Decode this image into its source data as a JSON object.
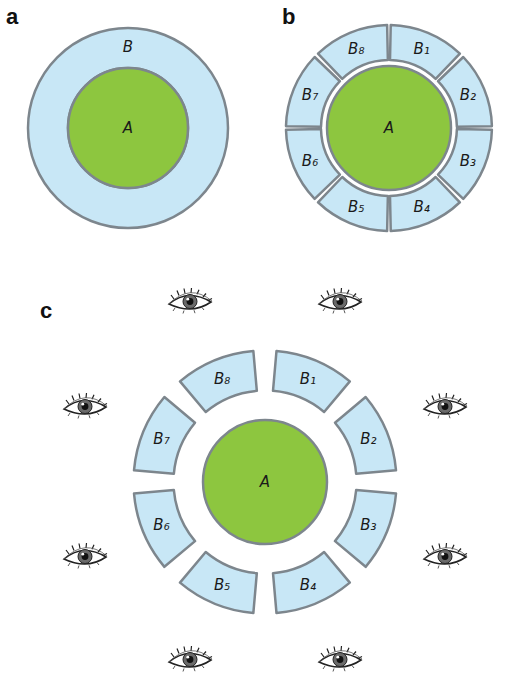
{
  "diagram": {
    "nodes": [
      {
        "text": [
          "B"
        ]
      },
      {
        "text": [
          "A"
        ],
        "in": 0
      },
      {
        "text": [
          "A"
        ]
      },
      {
        "text": [
          "B₁"
        ]
      },
      {
        "text": [
          "B₂"
        ]
      },
      {
        "text": [
          "B₃"
        ]
      },
      {
        "text": [
          "B₄"
        ]
      },
      {
        "text": [
          "B₅"
        ]
      },
      {
        "text": [
          "B₆"
        ]
      },
      {
        "text": [
          "B₇"
        ]
      },
      {
        "text": [
          "B₈"
        ]
      },
      {
        "text": [
          "A"
        ]
      },
      {
        "text": [
          "B₁"
        ]
      },
      {
        "text": [
          "B₂"
        ]
      },
      {
        "text": [
          "B₃"
        ]
      },
      {
        "text": [
          "B₄"
        ]
      },
      {
        "text": [
          "B₅"
        ]
      },
      {
        "text": [
          "B₆"
        ]
      },
      {
        "text": [
          "B₇"
        ]
      },
      {
        "text": [
          "B₈"
        ]
      }
    ],
    "labels": [
      "a",
      "b",
      "c"
    ]
  }
}
